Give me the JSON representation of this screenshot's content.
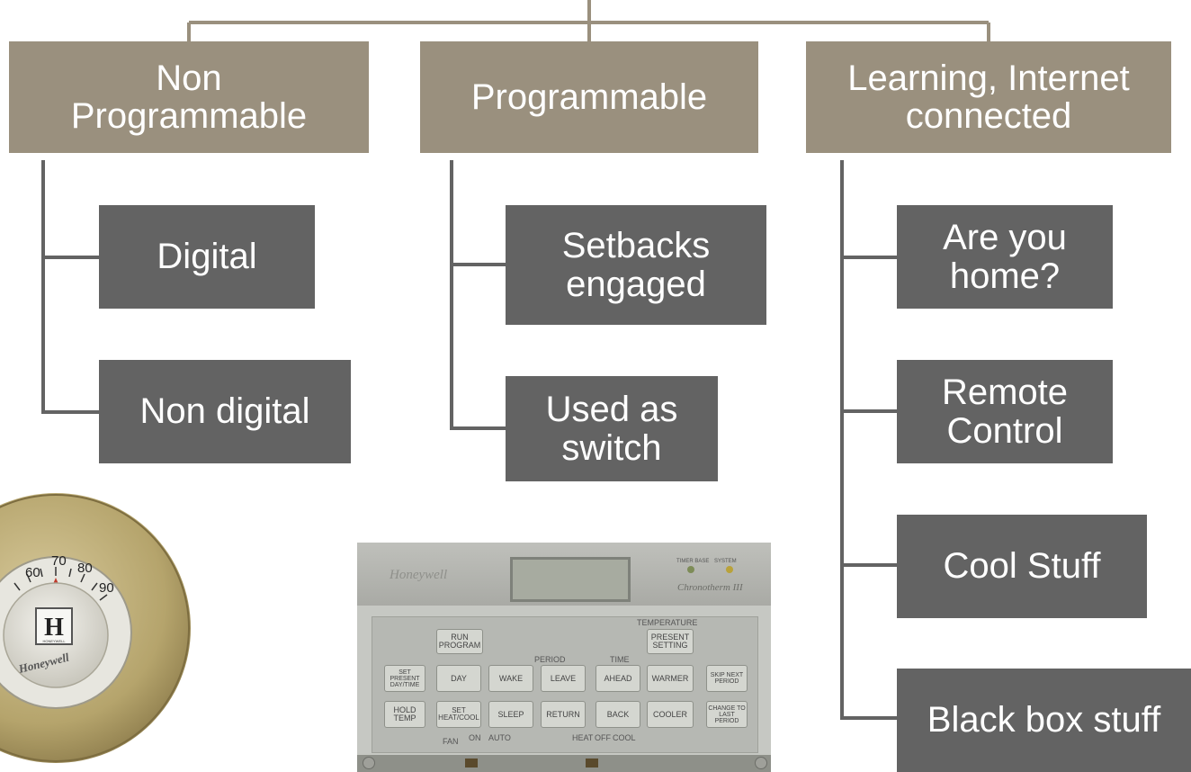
{
  "categories": [
    {
      "id": "non-programmable",
      "label": "Non\nProgrammable"
    },
    {
      "id": "programmable",
      "label": "Programmable"
    },
    {
      "id": "learning",
      "label": "Learning, Internet\nconnected"
    }
  ],
  "leaves": {
    "non_programmable": [
      {
        "label": "Digital"
      },
      {
        "label": "Non digital"
      }
    ],
    "programmable": [
      {
        "label": "Setbacks\nengaged"
      },
      {
        "label": "Used as\nswitch"
      }
    ],
    "learning": [
      {
        "label": "Are you\nhome?"
      },
      {
        "label": "Remote\nControl"
      },
      {
        "label": "Cool Stuff"
      },
      {
        "label": "Black box stuff"
      }
    ]
  },
  "photos": {
    "round_thermostat": {
      "dial_numbers": [
        "60",
        "70",
        "80",
        "90"
      ],
      "logo_letter": "H",
      "logo_small": "HONEYWELL",
      "brand": "Honeywell"
    },
    "programmable_thermostat": {
      "brand": "Honeywell",
      "model": "Chronotherm III",
      "indicators": [
        "TIMER BASE",
        "SYSTEM"
      ],
      "section_labels": [
        "TEMPERATURE",
        "PERIOD",
        "TIME"
      ],
      "buttons": [
        "RUN PROGRAM",
        "PRESENT SETTING",
        "SET PRESENT DAY/TIME",
        "DAY",
        "WAKE",
        "LEAVE",
        "AHEAD",
        "WARMER",
        "SKIP NEXT PERIOD",
        "HOLD TEMP",
        "SET HEAT/COOL",
        "SLEEP",
        "RETURN",
        "BACK",
        "COOLER",
        "CHANGE TO LAST PERIOD"
      ],
      "bottom_labels": [
        "FAN",
        "ON",
        "AUTO",
        "HEAT",
        "OFF",
        "COOL"
      ]
    }
  },
  "colors": {
    "category_fill": "#9a907e",
    "leaf_fill": "#636363",
    "connector": "#9a907e",
    "leaf_connector": "#636363"
  }
}
